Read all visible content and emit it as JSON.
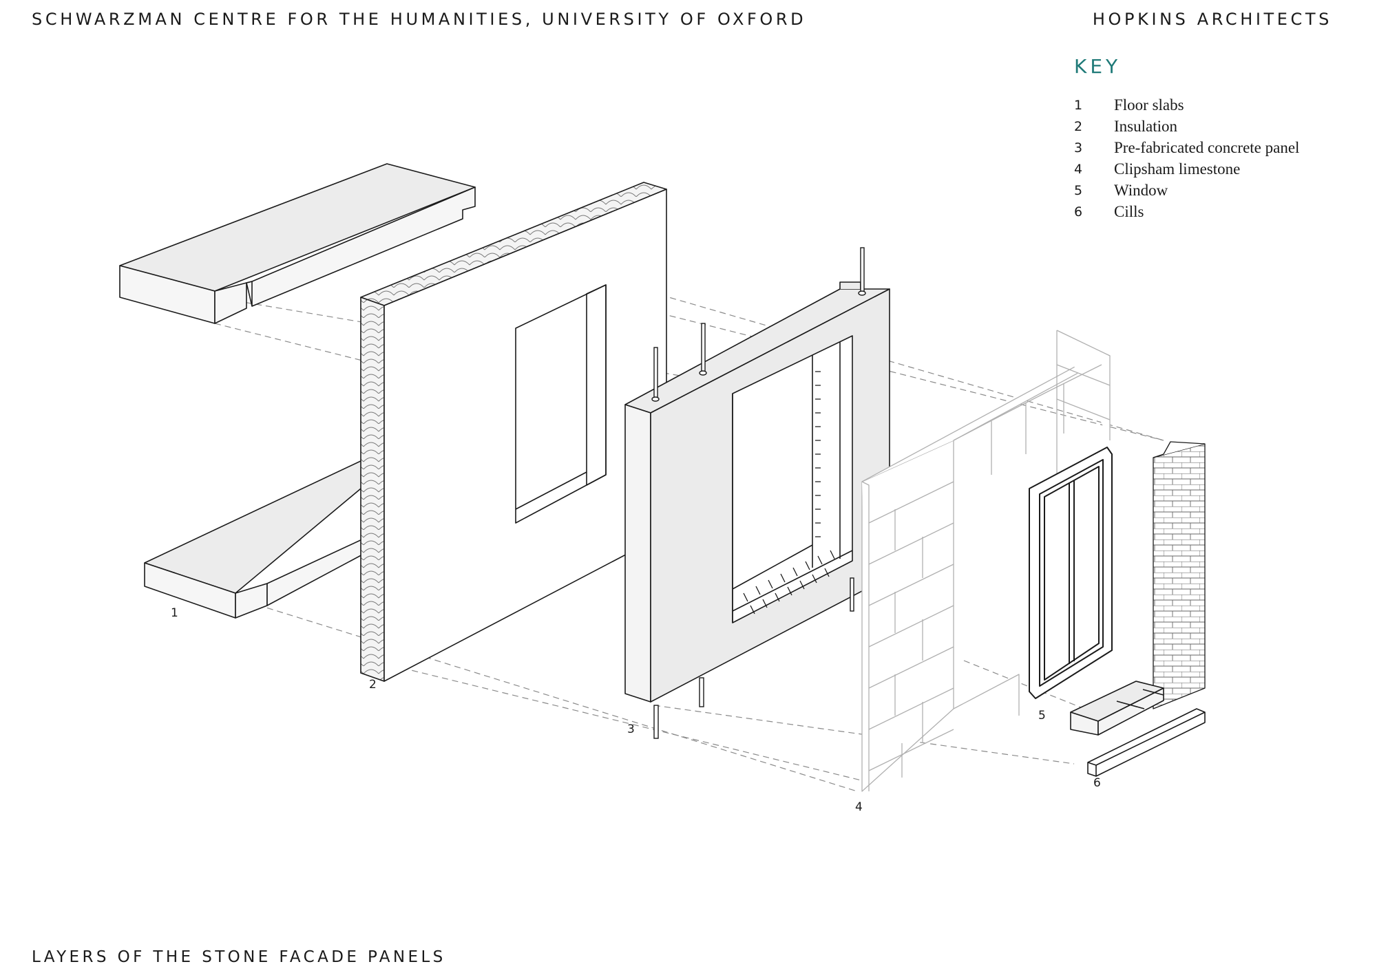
{
  "header": {
    "project_title": "SCHWARZMAN CENTRE FOR THE HUMANITIES, UNIVERSITY OF OXFORD",
    "firm": "HOPKINS ARCHITECTS"
  },
  "key": {
    "heading": "KEY",
    "items": [
      {
        "number": "1",
        "label": "Floor slabs"
      },
      {
        "number": "2",
        "label": "Insulation"
      },
      {
        "number": "3",
        "label": "Pre-fabricated concrete panel"
      },
      {
        "number": "4",
        "label": "Clipsham limestone"
      },
      {
        "number": "5",
        "label": "Window"
      },
      {
        "number": "6",
        "label": "Cills"
      }
    ]
  },
  "callouts": [
    "1",
    "2",
    "3",
    "4",
    "5",
    "6"
  ],
  "footer": {
    "caption": "LAYERS OF THE STONE FACADE PANELS"
  },
  "colors": {
    "accent": "#1f7a78",
    "line": "#1a1a1a",
    "fill": "#eeeeee",
    "faint": "#b5b5b5"
  }
}
